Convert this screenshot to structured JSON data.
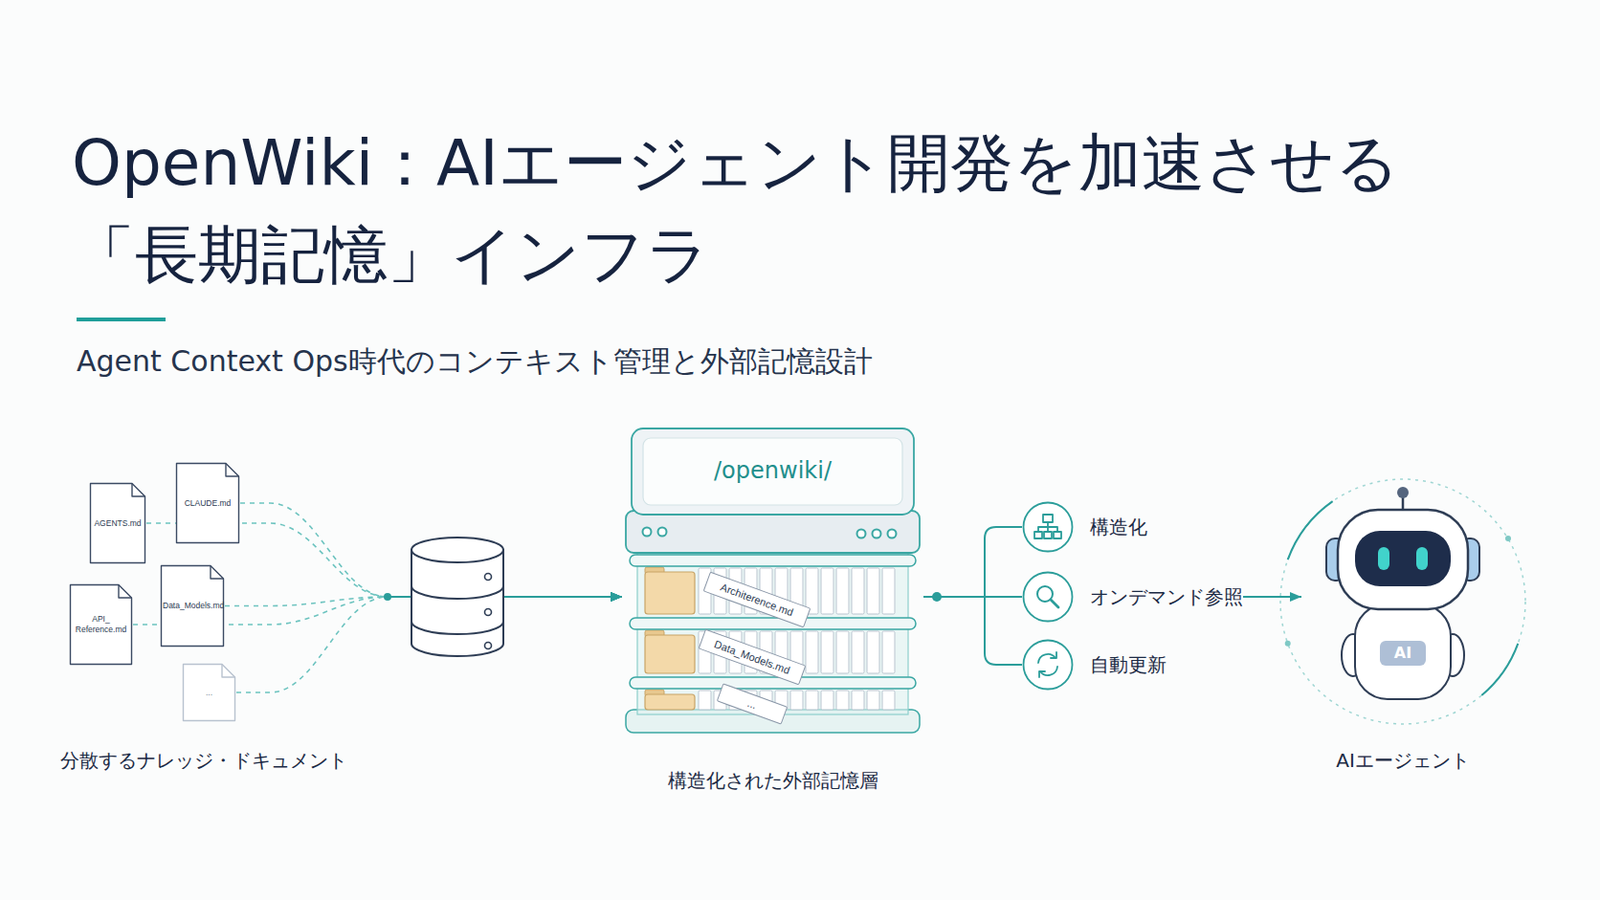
{
  "diagram": {
    "title": "OpenWiki：AIエージェント開発を加速させる 「長期記憶」インフラ",
    "nodes": [
      {
        "text": [
          "AGENTS.md"
        ]
      },
      {
        "text": [
          "CLAUDE.md"
        ]
      },
      {
        "text": [
          "API_ Reference.md"
        ]
      },
      {
        "text": [
          "Data_Models.md"
        ]
      },
      {
        "text": [
          "..."
        ]
      },
      {
        "text": [
          "/openwiki/",
          "構造化された外部記憶層"
        ]
      },
      {
        "text": [
          "Architerence.md"
        ],
        "in": 5
      },
      {
        "text": [
          "Data_Models.md"
        ],
        "in": 5
      },
      {
        "text": [
          "..."
        ],
        "in": 5
      },
      {
        "text": [
          "構造化"
        ]
      },
      {
        "text": [
          "オンデマンド参照"
        ]
      },
      {
        "text": [
          "自動更新"
        ]
      },
      {
        "text": [
          "AI",
          "AIエージェント"
        ]
      }
    ],
    "edges": [
      {
        "from": 0,
        "to": 5,
        "arrow": "to"
      },
      {
        "from": 1,
        "to": 5,
        "arrow": "to"
      },
      {
        "from": 2,
        "to": 5,
        "arrow": "to"
      },
      {
        "from": 3,
        "to": 5,
        "arrow": "to"
      },
      {
        "from": 4,
        "to": 5,
        "arrow": "to"
      },
      {
        "from": 5,
        "to": 9,
        "arrow": "none"
      },
      {
        "from": 5,
        "to": 10,
        "arrow": "none"
      },
      {
        "from": 5,
        "to": 11,
        "arrow": "none"
      },
      {
        "from": 10,
        "to": 12,
        "arrow": "to"
      }
    ],
    "labels": [
      "Agent Context Ops時代のコンテキスト管理と外部記憶設計",
      "分散するナレッジ・ドキュメント"
    ]
  }
}
